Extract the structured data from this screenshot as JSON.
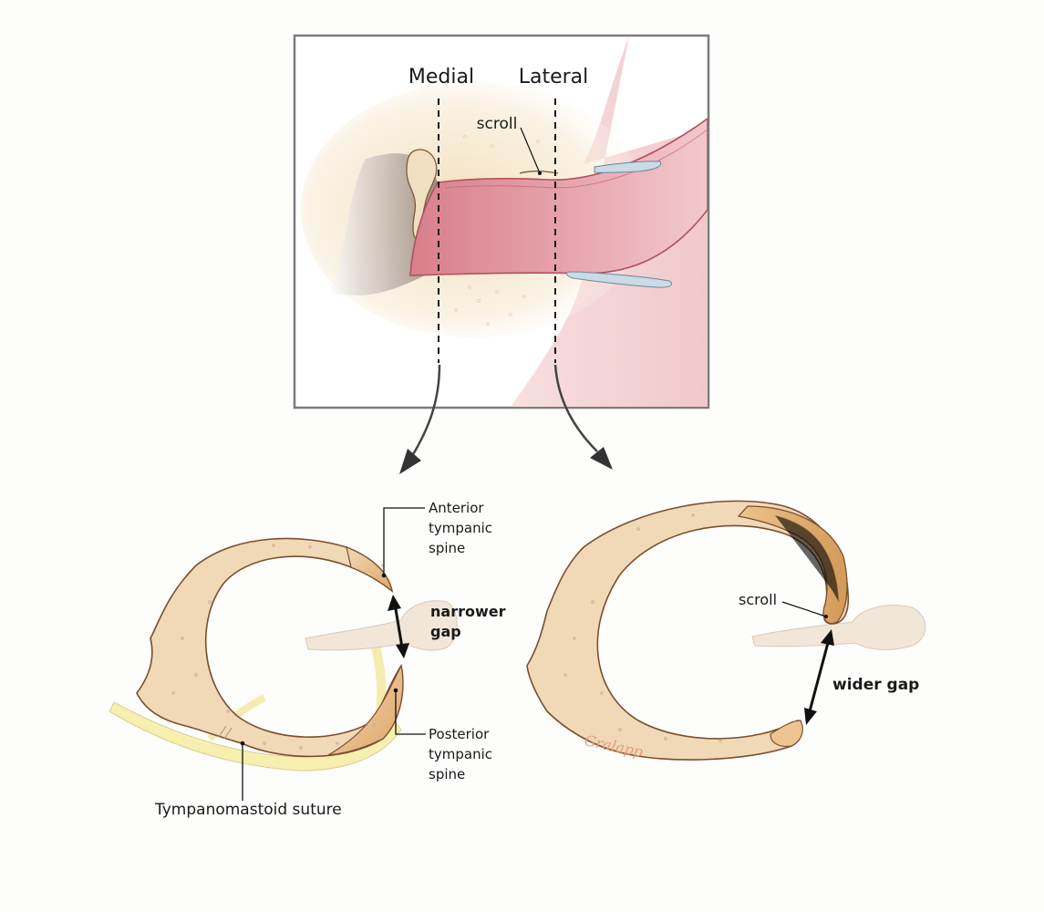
{
  "figure": {
    "top_panel": {
      "labels": {
        "medial": "Medial",
        "lateral": "Lateral",
        "scroll": "scroll"
      }
    },
    "left_diagram": {
      "labels": {
        "anterior_line1": "Anterior",
        "anterior_line2": "tympanic",
        "anterior_line3": "spine",
        "gap_line1": "narrower",
        "gap_line2": "gap",
        "posterior_line1": "Posterior",
        "posterior_line2": "tympanic",
        "posterior_line3": "spine",
        "suture": "Tympanomastoid suture"
      }
    },
    "right_diagram": {
      "labels": {
        "scroll": "scroll",
        "gap": "wider gap"
      }
    },
    "signature": "Gralapp",
    "colors": {
      "bone": "#f1d9b8",
      "bone_outline": "#7a4f2e",
      "bone_dark": "#dca46a",
      "canal_pink": "#d9848f",
      "canal_outline": "#b2505e",
      "cartilage_blue": "#c9dbe6",
      "mastoid_yellow": "#f7efb0",
      "frame": "#7c7c7c",
      "malleus": "#f2e6d8"
    }
  }
}
